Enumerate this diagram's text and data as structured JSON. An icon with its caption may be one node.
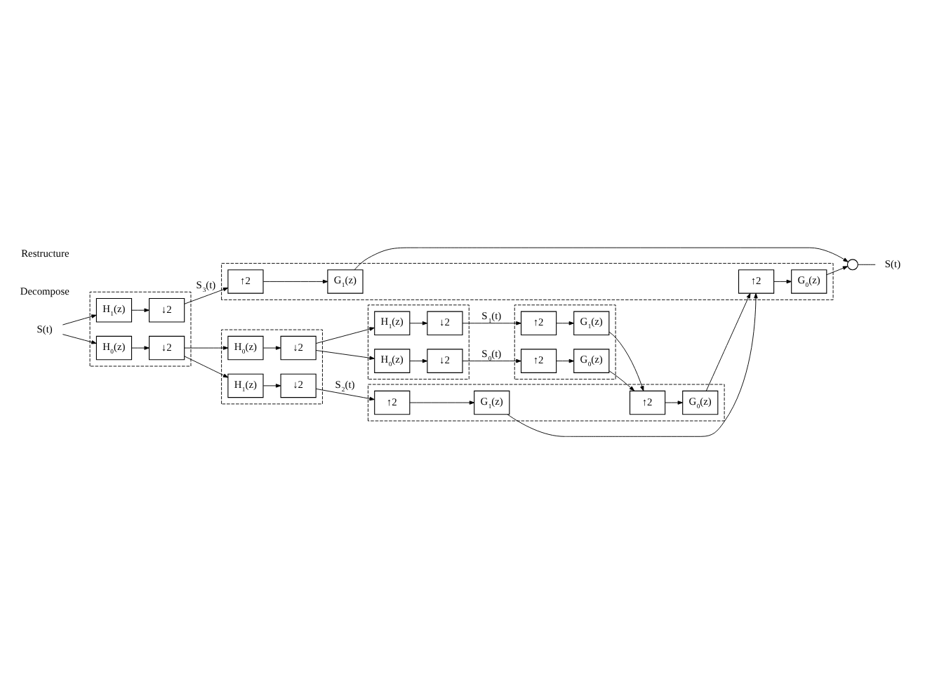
{
  "diagram": {
    "nodes": [
      {
        "text": [
          "S(t)"
        ]
      },
      {
        "text": [],
        "shape": "box"
      },
      {
        "text": [
          "H$_{1}$(z)"
        ],
        "in": 1
      },
      {
        "text": [
          "↓2"
        ],
        "in": 1
      },
      {
        "text": [
          "H$_{0}$(z)"
        ],
        "in": 1
      },
      {
        "text": [
          "↓2"
        ],
        "in": 1
      },
      {
        "text": [],
        "shape": "box"
      },
      {
        "text": [
          "↑2"
        ],
        "in": 6
      },
      {
        "text": [
          "G$_{1}$(z)"
        ],
        "in": 6
      },
      {
        "text": [
          "↑2"
        ],
        "in": 6
      },
      {
        "text": [
          "G$_{0}$(z)"
        ],
        "in": 6
      },
      {
        "text": [],
        "shape": "circle"
      },
      {
        "text": [
          "S(t)"
        ]
      },
      {
        "text": [],
        "shape": "box"
      },
      {
        "text": [
          "H$_{1}$(z)"
        ],
        "in": 13
      },
      {
        "text": [
          "↓2"
        ],
        "in": 13
      },
      {
        "text": [
          "H$_{0}$(z)"
        ],
        "in": 13
      },
      {
        "text": [
          "↓2"
        ],
        "in": 13
      },
      {
        "text": [],
        "shape": "box"
      },
      {
        "text": [
          "↑2"
        ],
        "in": 18
      },
      {
        "text": [
          "G$_{1}$(z)"
        ],
        "in": 18
      },
      {
        "text": [
          "↑2"
        ],
        "in": 18
      },
      {
        "text": [
          "G$_{0}$(z)"
        ],
        "in": 18
      },
      {
        "text": [],
        "shape": "box"
      },
      {
        "text": [
          "H$_{1}$(z)"
        ],
        "in": 23
      },
      {
        "text": [
          "↓2"
        ],
        "in": 23
      },
      {
        "text": [
          "H$_{0}$(z)"
        ],
        "in": 23
      },
      {
        "text": [
          "↓2"
        ],
        "in": 23
      },
      {
        "text": [],
        "shape": "box"
      },
      {
        "text": [
          "↑2"
        ],
        "in": 28
      },
      {
        "text": [
          "G$_{1}$(z)"
        ],
        "in": 28
      },
      {
        "text": [
          "↑2"
        ],
        "in": 28
      },
      {
        "text": [
          "G$_{0}$(z)"
        ],
        "in": 28
      }
    ],
    "edges": [
      {
        "from": 0,
        "to": 2,
        "arrow": "to"
      },
      {
        "from": 0,
        "to": 4,
        "arrow": "to"
      },
      {
        "from": 2,
        "to": 3,
        "arrow": "to"
      },
      {
        "from": 4,
        "to": 5,
        "arrow": "to"
      },
      {
        "from": 3,
        "to": 7,
        "arrow": "to",
        "label": "S$_{3}$(t)"
      },
      {
        "from": 7,
        "to": 8,
        "arrow": "to"
      },
      {
        "from": 8,
        "to": 11,
        "arrow": "to"
      },
      {
        "from": 9,
        "to": 10,
        "arrow": "to"
      },
      {
        "from": 10,
        "to": 11,
        "arrow": "to"
      },
      {
        "from": 11,
        "to": 12,
        "arrow": "none"
      },
      {
        "from": 5,
        "to": 14,
        "arrow": "to"
      },
      {
        "from": 5,
        "to": 16,
        "arrow": "to"
      },
      {
        "from": 14,
        "to": 15,
        "arrow": "to"
      },
      {
        "from": 16,
        "to": 17,
        "arrow": "to"
      },
      {
        "from": 15,
        "to": 19,
        "arrow": "to",
        "label": "S$_{2}$(t)"
      },
      {
        "from": 19,
        "to": 20,
        "arrow": "to"
      },
      {
        "from": 21,
        "to": 22,
        "arrow": "to"
      },
      {
        "from": 20,
        "to": 9,
        "arrow": "to"
      },
      {
        "from": 22,
        "to": 9,
        "arrow": "to"
      },
      {
        "from": 17,
        "to": 24,
        "arrow": "to"
      },
      {
        "from": 17,
        "to": 26,
        "arrow": "to"
      },
      {
        "from": 24,
        "to": 25,
        "arrow": "to"
      },
      {
        "from": 26,
        "to": 27,
        "arrow": "to"
      },
      {
        "from": 25,
        "to": 29,
        "arrow": "to",
        "label": "S$_{1}$(t)"
      },
      {
        "from": 27,
        "to": 31,
        "arrow": "to",
        "label": "S$_{0}$(t)"
      },
      {
        "from": 29,
        "to": 30,
        "arrow": "to"
      },
      {
        "from": 31,
        "to": 32,
        "arrow": "to"
      },
      {
        "from": 30,
        "to": 21,
        "arrow": "to"
      },
      {
        "from": 32,
        "to": 21,
        "arrow": "to"
      }
    ],
    "labels": [
      "Decompose",
      "Restructure"
    ]
  }
}
